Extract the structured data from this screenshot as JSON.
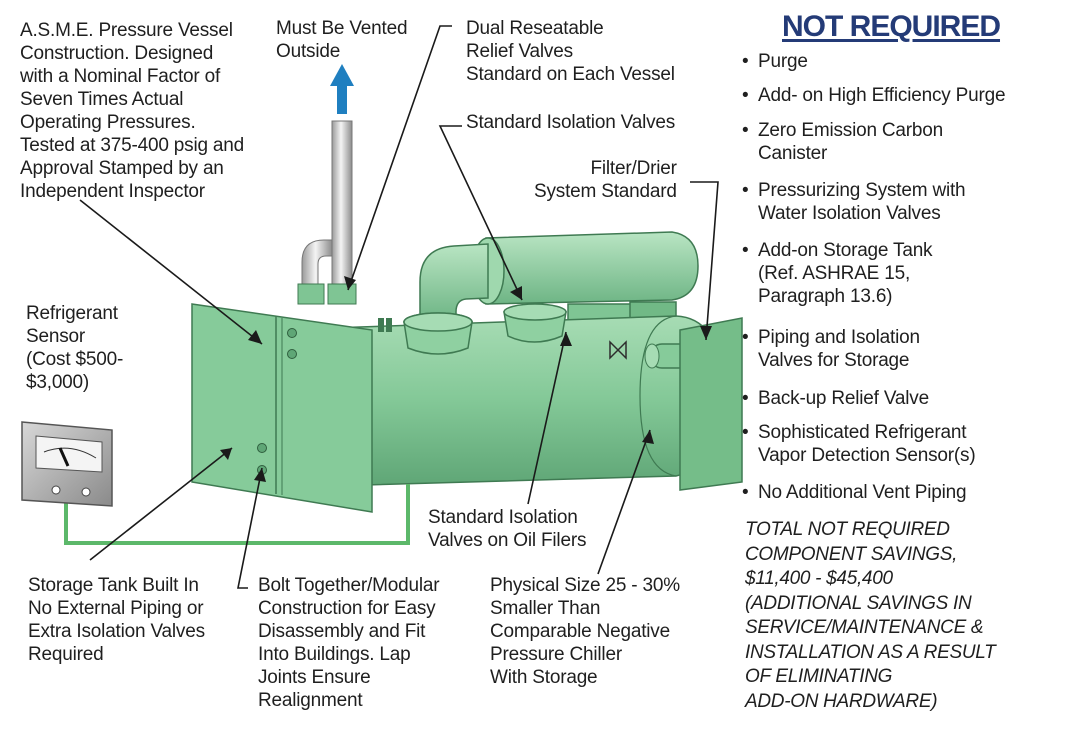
{
  "labels": {
    "asme": "A.S.M.E. Pressure Vessel\nConstruction. Designed\nwith a Nominal Factor of\nSeven Times Actual\nOperating Pressures.\nTested at 375-400 psig and\nApproval Stamped by an\nIndependent Inspector",
    "vented": "Must Be Vented\nOutside",
    "relief": "Dual Reseatable\nRelief Valves\nStandard on Each Vessel",
    "isolation": "Standard Isolation Valves",
    "filter": "Filter/Drier\nSystem Standard",
    "sensor": "Refrigerant\nSensor\n(Cost $500-\n$3,000)",
    "oil": "Standard Isolation\nValves on Oil Filers",
    "storage": "Storage Tank Built In\nNo External Piping or\nExtra Isolation Valves\nRequired",
    "bolt": "Bolt Together/Modular\nConstruction for Easy\nDisassembly and Fit\nInto Buildings. Lap\nJoints Ensure\nRealignment",
    "size": "Physical Size 25 - 30%\nSmaller Than\nComparable Negative\nPressure Chiller\nWith Storage"
  },
  "not_required": {
    "title": "NOT REQUIRED",
    "items": [
      "Purge",
      "Add- on High Efficiency Purge",
      "Zero Emission Carbon\nCanister",
      "Pressurizing System with\nWater Isolation Valves",
      "Add-on Storage Tank\n(Ref. ASHRAE 15,\nParagraph 13.6)",
      "Piping and Isolation\nValves for Storage",
      "Back-up Relief Valve",
      "Sophisticated Refrigerant\nVapor Detection Sensor(s)",
      "No Additional Vent Piping"
    ],
    "bullet": "•",
    "savings": "TOTAL NOT REQUIRED\nCOMPONENT SAVINGS,\n$11,400 - $45,400\n(ADDITIONAL SAVINGS IN\nSERVICE/MAINTENANCE &\nINSTALLATION AS A RESULT\nOF ELIMINATING\nADD-ON HARDWARE)"
  },
  "colors": {
    "vessel_green": "#82c996",
    "vessel_dark": "#4e8e63",
    "title_blue": "#243b77",
    "arrow_blue": "#1f7fc0",
    "wire_green": "#5cb86a"
  }
}
